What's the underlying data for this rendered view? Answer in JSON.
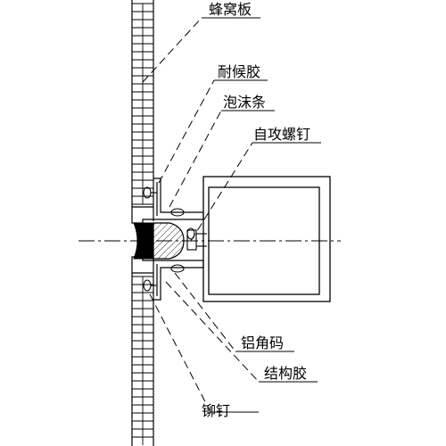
{
  "labels": {
    "honeycomb_panel": "蜂窝板",
    "weather_sealant": "耐候胶",
    "foam_strip": "泡沫条",
    "self_tapping_screw": "自攻螺钉",
    "aluminum_angle": "铝角码",
    "structural_adhesive": "结构胶",
    "rivet": "铆钉"
  },
  "colors": {
    "line": "#000000",
    "background": "#ffffff",
    "sealant_fill": "#000000"
  }
}
